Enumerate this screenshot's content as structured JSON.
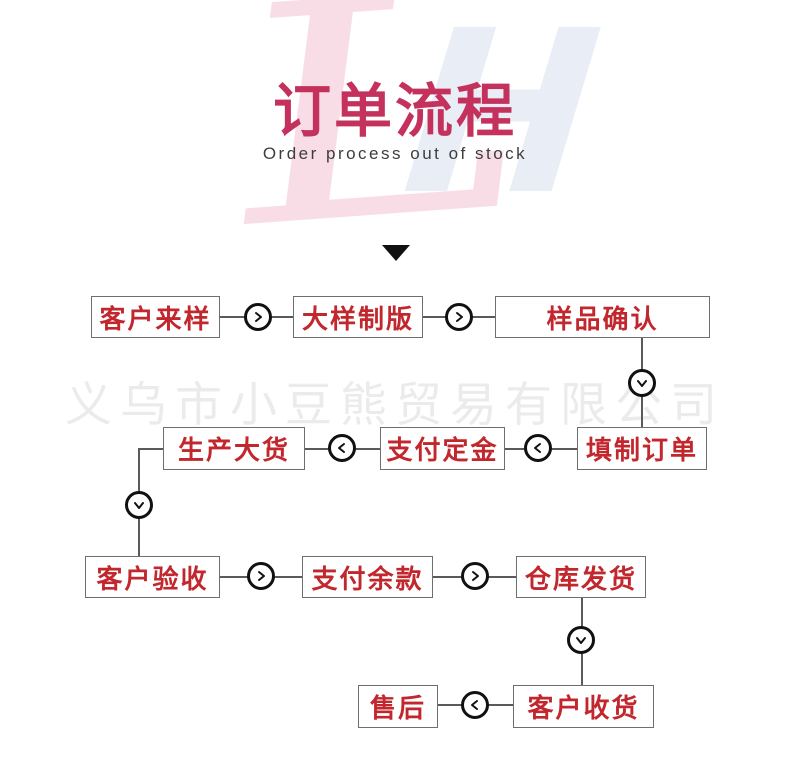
{
  "header": {
    "title": "订单流程",
    "subtitle": "Order process out of stock"
  },
  "logo": {
    "letter_pink": "L",
    "letter_blue": "H",
    "pink_color": "#f8dde6",
    "blue_color": "#e9eef6"
  },
  "watermark_text": "义乌市小豆熊贸易有限公司",
  "colors": {
    "title_red": "#c5315d",
    "step_text_red": "#c1272d",
    "box_border": "#6e6e6e",
    "connector_line": "#5a5a5a",
    "circle_stroke": "#111111",
    "watermark_gray": "#ebebeb",
    "background": "#ffffff"
  },
  "flow": {
    "steps": [
      {
        "label": "客户来样"
      },
      {
        "label": "大样制版"
      },
      {
        "label": "样品确认"
      },
      {
        "label": "填制订单"
      },
      {
        "label": "支付定金"
      },
      {
        "label": "生产大货"
      },
      {
        "label": "客户验收"
      },
      {
        "label": "支付余款"
      },
      {
        "label": "仓库发货"
      },
      {
        "label": "客户收货"
      },
      {
        "label": "售后"
      }
    ],
    "connectors": [
      {
        "from": "客户来样",
        "to": "大样制版",
        "icon": "chevron-right"
      },
      {
        "from": "大样制版",
        "to": "样品确认",
        "icon": "chevron-right"
      },
      {
        "from": "样品确认",
        "to": "填制订单",
        "icon": "chevron-down"
      },
      {
        "from": "填制订单",
        "to": "支付定金",
        "icon": "chevron-left"
      },
      {
        "from": "支付定金",
        "to": "生产大货",
        "icon": "chevron-left"
      },
      {
        "from": "生产大货",
        "to": "客户验收",
        "icon": "chevron-down"
      },
      {
        "from": "客户验收",
        "to": "支付余款",
        "icon": "chevron-right"
      },
      {
        "from": "支付余款",
        "to": "仓库发货",
        "icon": "chevron-right"
      },
      {
        "from": "仓库发货",
        "to": "客户收货",
        "icon": "chevron-down"
      },
      {
        "from": "客户收货",
        "to": "售后",
        "icon": "chevron-left"
      }
    ]
  }
}
